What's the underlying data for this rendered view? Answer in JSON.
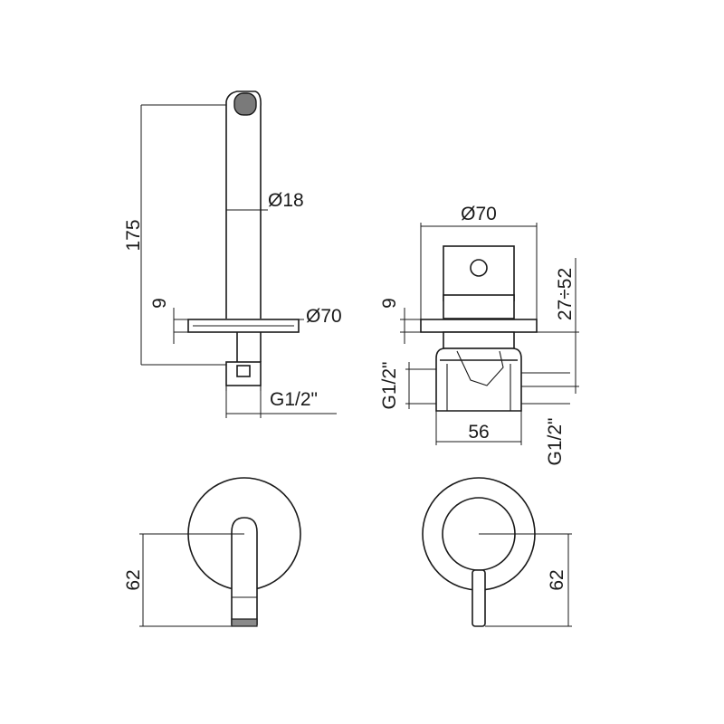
{
  "side_view": {
    "height_label": "175",
    "spout_diameter_label": "Ø18",
    "plate_thickness_label": "9",
    "plate_diameter_label": "Ø70",
    "thread_label": "G1/2\""
  },
  "mixer_side_view": {
    "plate_diameter_label": "Ø70",
    "plate_thickness_label": "9",
    "depth_range_label": "27÷52",
    "inlet_left_label": "G1/2\"",
    "inlet_right_label": "G1/2\"",
    "body_width_label": "56"
  },
  "spout_front_view": {
    "height_label": "62"
  },
  "mixer_front_view": {
    "height_label": "62"
  }
}
